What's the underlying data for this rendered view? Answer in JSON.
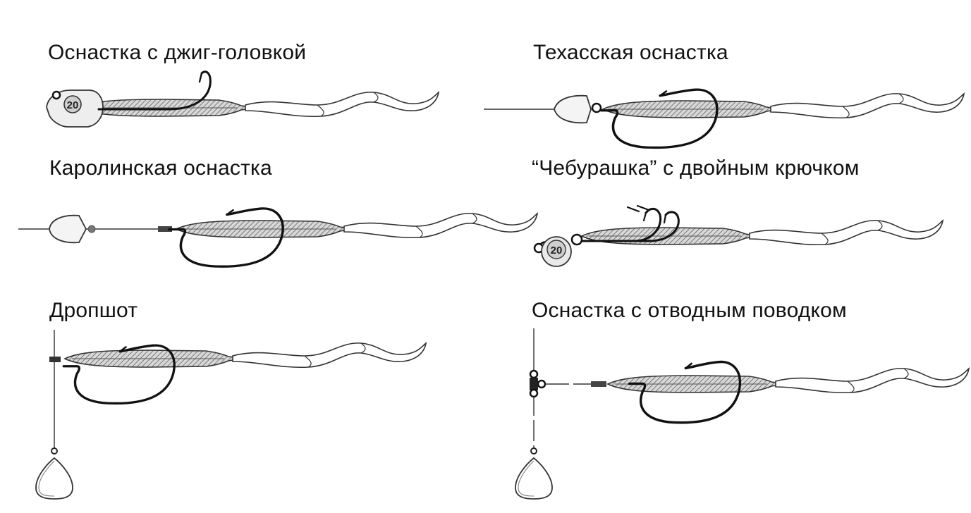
{
  "rigs": [
    {
      "title": "Оснастка с джиг-головкой",
      "icon": "jig-head-rig"
    },
    {
      "title": "Техасская оснастка",
      "icon": "texas-rig"
    },
    {
      "title": "Каролинская оснастка",
      "icon": "carolina-rig"
    },
    {
      "title": "“Чебурашка” с двойным крючком",
      "icon": "cheburashka-double-hook-rig"
    },
    {
      "title": "Дропшот",
      "icon": "drop-shot-rig"
    },
    {
      "title": "Оснастка с отводным поводком",
      "icon": "drop-leader-rig"
    }
  ],
  "weight_label": "20",
  "colors": {
    "line": "#111111",
    "outline": "#333333",
    "body_fill": "#d8d8d8",
    "hatch": "#7a7a7a",
    "lead": "#f2f2f2"
  }
}
